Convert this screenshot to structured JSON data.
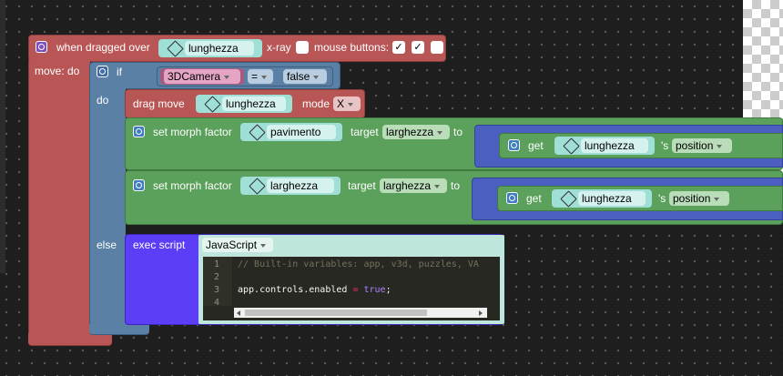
{
  "event_block": {
    "label": "when dragged over",
    "object": "lunghezza",
    "xray_label": "x-ray",
    "xray_checked": false,
    "mouse_buttons_label": "mouse buttons:",
    "mouse_buttons": [
      {
        "check": "✓"
      },
      {
        "check": "✓"
      },
      {
        "check": ""
      }
    ],
    "statement_label": "move: do"
  },
  "if_block": {
    "if_label": "if",
    "do_label": "do",
    "else_label": "else",
    "condition": {
      "left": "3DCamera",
      "operator": "=",
      "right": "false"
    }
  },
  "drag_move": {
    "label": "drag move",
    "object": "lunghezza",
    "mode_label": "mode",
    "mode_value": "X"
  },
  "morph_1": {
    "label": "set morph factor",
    "object": "pavimento",
    "target_label": "target",
    "target_value": "larghezza",
    "to_label": "to",
    "get_label": "get",
    "get_object": "lunghezza",
    "possessive": "'s",
    "property": "position"
  },
  "morph_2": {
    "label": "set morph factor",
    "object": "larghezza",
    "target_label": "target",
    "target_value": "larghezza",
    "to_label": "to",
    "get_label": "get",
    "get_object": "lunghezza",
    "possessive": "'s",
    "property": "position"
  },
  "exec_script": {
    "label": "exec script",
    "language": "JavaScript",
    "code_lines": [
      {
        "num": "1",
        "text": "// Built-in variables: app, v3d, puzzles, VA"
      },
      {
        "num": "2",
        "text": ""
      },
      {
        "num": "3",
        "text": "app.controls.enabled = true;"
      },
      {
        "num": "4",
        "text": ""
      }
    ]
  },
  "colors": {
    "event": "#b85656",
    "event_dark": "#8c3e3e",
    "logic": "#5b80a5",
    "math": "#5ba05b",
    "object": "#9fdfd6",
    "morph_get": "#4a5fc0",
    "script": "#5b3ef5"
  }
}
